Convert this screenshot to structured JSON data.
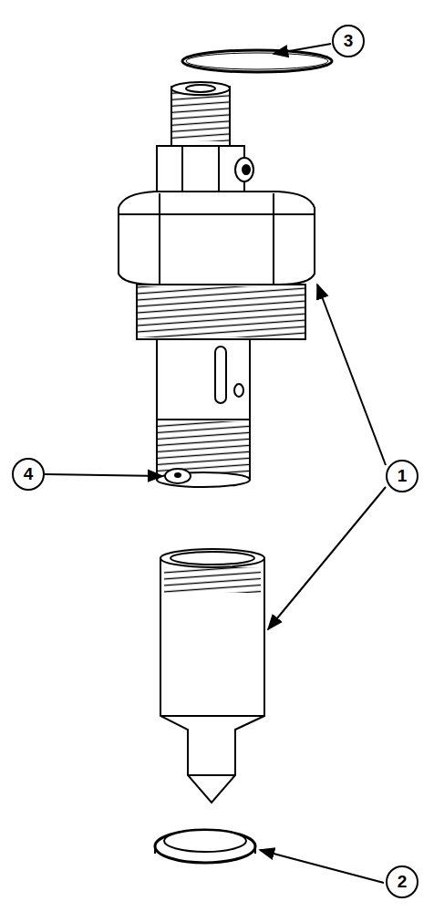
{
  "diagram": {
    "labels": [
      "3",
      "4",
      "1",
      "2"
    ]
  }
}
